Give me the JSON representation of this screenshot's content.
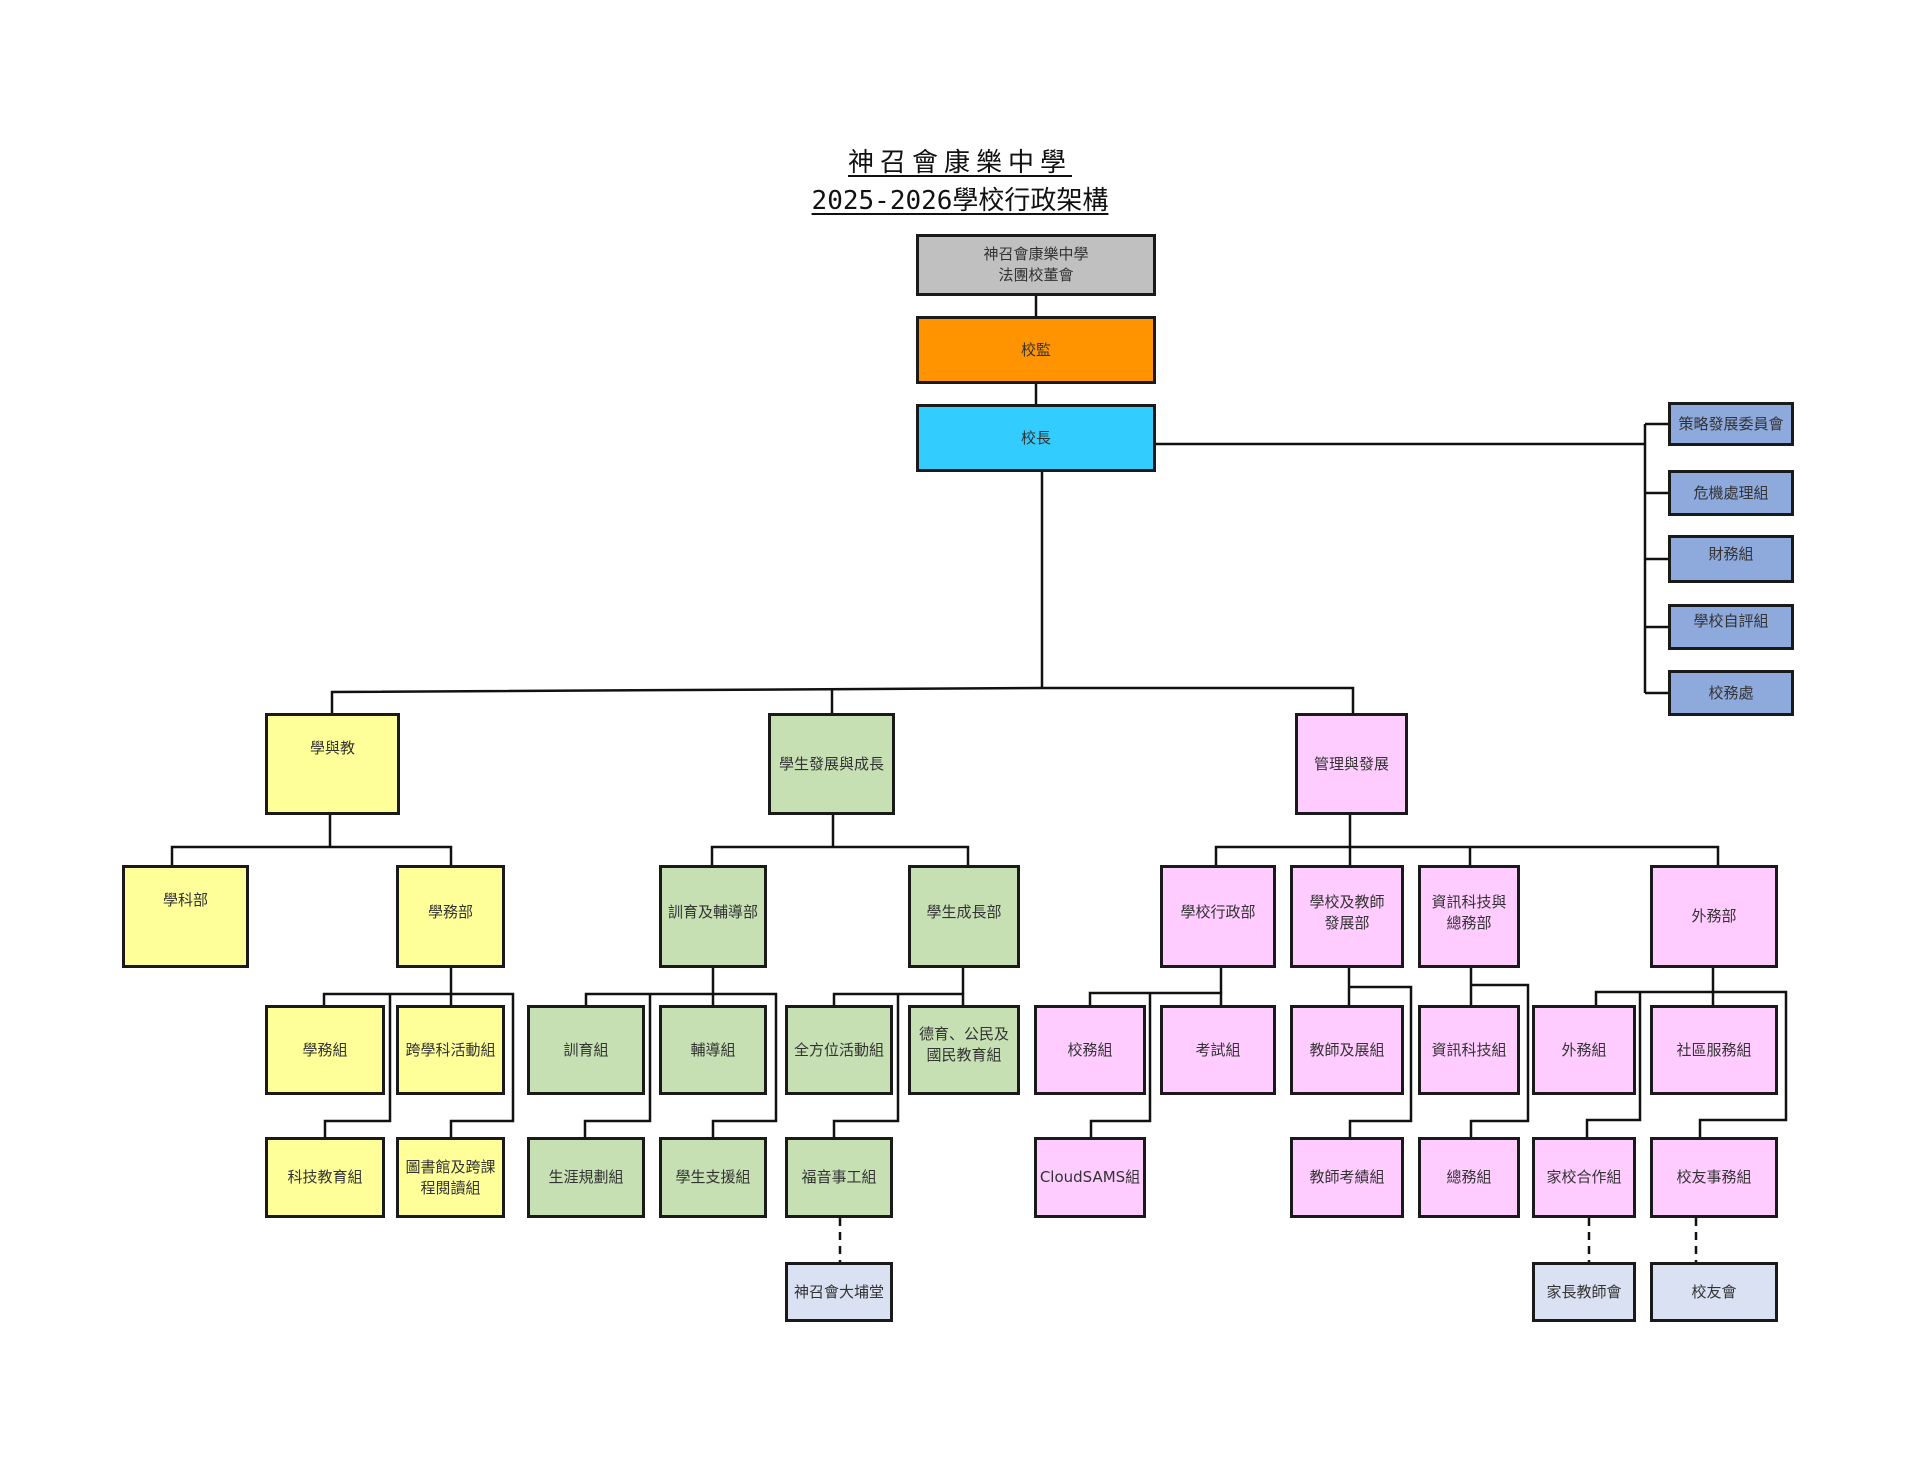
{
  "title": {
    "line1": "神召會康樂中學",
    "line2": "2025-2026學校行政架構"
  },
  "colors": {
    "board": "#c0c0c0",
    "supervisor": "#ff9400",
    "principal": "#33ccff",
    "committees": "#8ea9db",
    "learning_teaching": "#ffff99",
    "student_development": "#c6e0b4",
    "management": "#ffccff",
    "external_bodies": "#d9e1f2"
  },
  "top": {
    "board": "神召會康樂中學\n法團校董會",
    "supervisor": "校監",
    "principal": "校長"
  },
  "committees": [
    "策略發展委員會",
    "危機處理組",
    "財務組",
    "學校自評組",
    "校務處"
  ],
  "learning_teaching": {
    "label": "學與教",
    "subject_dept": "學科部",
    "academic_dept": {
      "label": "學務部",
      "groups": [
        "學務組",
        "跨學科活動組",
        "科技教育組",
        "圖書館及跨課\n程閱讀組"
      ]
    }
  },
  "student_development": {
    "label": "學生發展與成長",
    "discipline_guidance": {
      "label": "訓育及輔導部",
      "groups": [
        "訓育組",
        "輔導組",
        "生涯規劃組",
        "學生支援組"
      ]
    },
    "student_growth": {
      "label": "學生成長部",
      "groups": [
        "全方位活動組",
        "德育、公民及\n國民教育組",
        "福音事工組"
      ],
      "affiliate": "神召會大埔堂"
    }
  },
  "management": {
    "label": "管理與發展",
    "admin_dept": {
      "label": "學校行政部",
      "groups": [
        "校務組",
        "考試組",
        "CloudSAMS組"
      ]
    },
    "teacher_dev_dept": {
      "label": "學校及教師\n發展部",
      "groups": [
        "教師及展組",
        "教師考績組"
      ]
    },
    "it_dept": {
      "label": "資訊科技與\n總務部",
      "groups": [
        "資訊科技組",
        "總務組"
      ]
    },
    "external_dept": {
      "label": "外務部",
      "groups": [
        "外務組",
        "社區服務組",
        "家校合作組",
        "校友事務組"
      ],
      "affiliates": [
        "家長教師會",
        "校友會"
      ]
    }
  }
}
